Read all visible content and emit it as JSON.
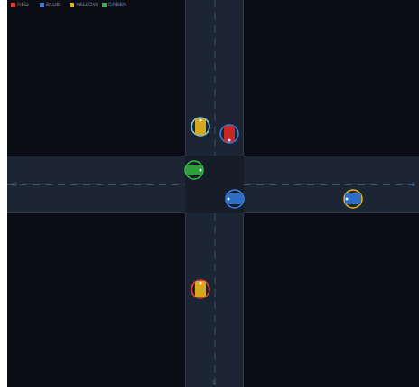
{
  "diagram": {
    "labels": [
      "W",
      "E",
      "S"
    ],
    "legend": [
      {
        "text": "RED",
        "color": "#e53935"
      },
      {
        "text": "BLUE",
        "color": "#3b7ddd"
      },
      {
        "text": "YELLOW",
        "color": "#e2b321"
      },
      {
        "text": "GREEN",
        "color": "#3cb54a"
      }
    ]
  }
}
